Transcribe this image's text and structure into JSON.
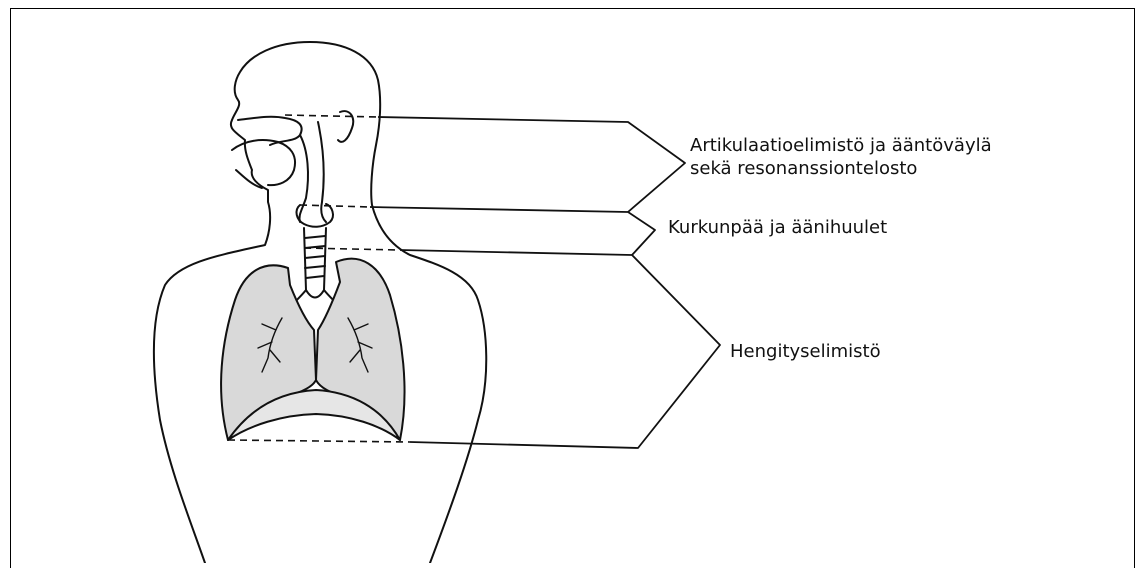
{
  "labels": {
    "articulation_line1": "Artikulaatioelimistö ja ääntöväylä",
    "articulation_line2": "sekä resonanssiontelosto",
    "larynx": "Kurkunpää ja äänihuulet",
    "respiratory": "Hengityselimistö"
  },
  "colors": {
    "stroke": "#111111",
    "lung_fill": "#d9d9d9",
    "background": "#ffffff"
  }
}
